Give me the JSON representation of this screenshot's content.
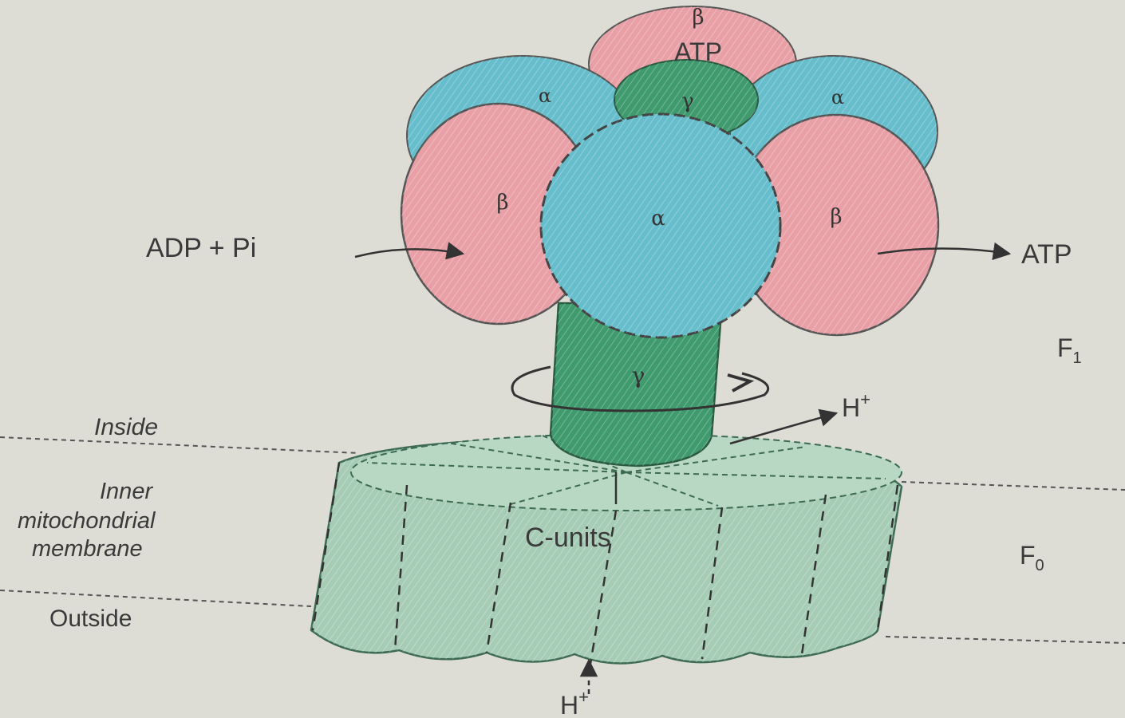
{
  "colors": {
    "paper": "#ddddd6",
    "alpha": "#66bdcc",
    "beta": "#e8a0a6",
    "gamma": "#3f9a6e",
    "c_ring": "#a6ccb5",
    "ink": "#333333"
  },
  "subunits": {
    "beta_top": "β",
    "beta_top_atp": "ATP",
    "alpha_left_back": "α",
    "alpha_right_back": "α",
    "gamma_top": "γ",
    "beta_left": "β",
    "alpha_front": "α",
    "beta_right": "β",
    "gamma_stalk": "γ"
  },
  "labels": {
    "adp_pi": "ADP + Pi",
    "atp_out": "ATP",
    "f1": "F",
    "f1_sub": "1",
    "h_plus_top": "H",
    "h_plus_top_sup": "+",
    "inside": "Inside",
    "membrane_line1": "Inner",
    "membrane_line2": "mitochondrial",
    "membrane_line3": "membrane",
    "outside": "Outside",
    "c_units": "C-units",
    "f0": "F",
    "f0_sub": "0",
    "h_plus_bottom": "H",
    "h_plus_bottom_sup": "+"
  }
}
